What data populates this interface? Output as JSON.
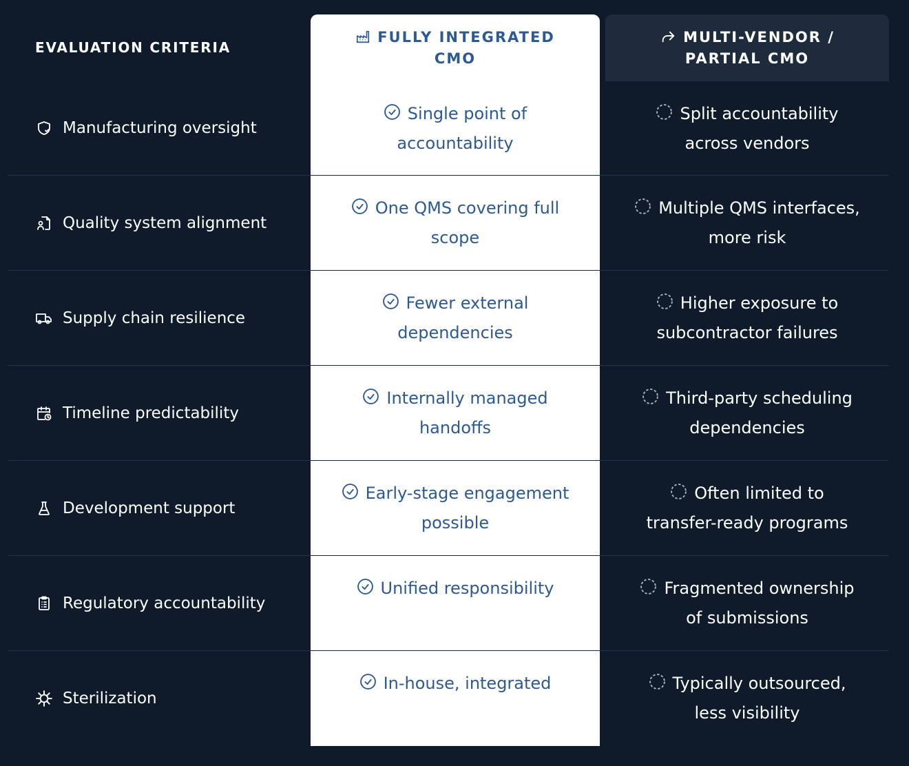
{
  "header": {
    "criteria_label": "EVALUATION CRITERIA",
    "integrated_label": "FULLY INTEGRATED CMO",
    "integrated_icon": "factory-icon",
    "multi_label": "MULTI-VENDOR / PARTIAL CMO",
    "multi_icon": "forward-arrow-icon"
  },
  "rows": [
    {
      "criterion": "Manufacturing oversight",
      "icon": "shield-icon",
      "integrated": "Single point of accountability",
      "multi": "Split accountability across vendors"
    },
    {
      "criterion": "Quality system alignment",
      "icon": "document-user-icon",
      "integrated": "One QMS covering full scope",
      "multi": "Multiple QMS interfaces, more risk"
    },
    {
      "criterion": "Supply chain resilience",
      "icon": "truck-icon",
      "integrated": "Fewer external dependencies",
      "multi": "Higher exposure to subcontractor failures"
    },
    {
      "criterion": "Timeline predictability",
      "icon": "calendar-clock-icon",
      "integrated": "Internally managed handoffs",
      "multi": "Third-party scheduling dependencies"
    },
    {
      "criterion": "Development support",
      "icon": "flask-icon",
      "integrated": "Early-stage engagement possible",
      "multi": "Often limited to transfer-ready programs"
    },
    {
      "criterion": "Regulatory accountability",
      "icon": "clipboard-icon",
      "integrated": "Unified responsibility",
      "multi": "Fragmented ownership of submissions"
    },
    {
      "criterion": "Sterilization",
      "icon": "virus-icon",
      "integrated": "In-house, integrated",
      "multi": "Typically outsourced, less visibility"
    }
  ],
  "colors": {
    "background": "#0f1a2b",
    "accent_blue": "#2c5a94",
    "multi_header_bg": "#1d2b3d"
  },
  "cell_icons": {
    "integrated": "check-circle-icon",
    "multi": "dashed-circle-icon"
  }
}
